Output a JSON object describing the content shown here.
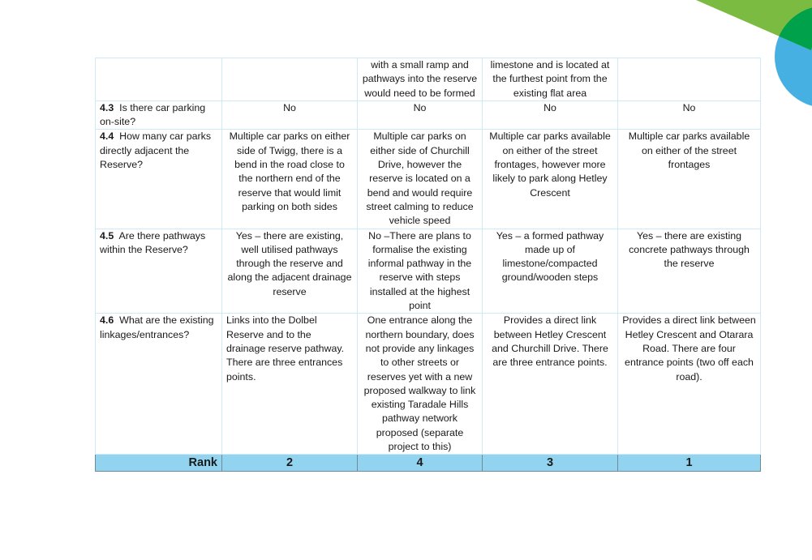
{
  "branding": {
    "colors": {
      "green_light": "#7bbb42",
      "green_dark": "#00a14b",
      "blue": "#47b0e2",
      "table_border": "#cfe9f7",
      "rank_fill": "#92d4ef"
    },
    "decoration": [
      "green-triangle",
      "blue-circle"
    ]
  },
  "table": {
    "rows": [
      {
        "number": "",
        "question": "",
        "cells": [
          "",
          "with a small ramp and pathways into the reserve would need to be formed",
          "limestone and is located at the furthest point from the existing flat area",
          ""
        ]
      },
      {
        "number": "4.3",
        "question": "Is there car parking on-site?",
        "cells": [
          "No",
          "No",
          "No",
          "No"
        ]
      },
      {
        "number": "4.4",
        "question": "How many car parks directly adjacent the Reserve?",
        "cells": [
          "Multiple car parks on either side of Twigg, there is a bend in the road close to the northern end of the reserve that would limit parking on both sides",
          "Multiple car parks on either side of Churchill Drive, however the reserve is located on a bend and would require street calming to reduce vehicle speed",
          "Multiple car parks available on either of the street frontages, however more likely to park along Hetley Crescent",
          "Multiple car parks available on either of the  street frontages"
        ]
      },
      {
        "number": "4.5",
        "question": "Are there pathways within the Reserve?",
        "cells": [
          "Yes – there are existing, well utilised pathways through the reserve and along the adjacent drainage reserve",
          "No –There are plans to formalise the existing informal pathway in the reserve with steps installed at the highest point",
          "Yes – a formed pathway made up of limestone/compacted ground/wooden steps",
          "Yes – there are existing concrete pathways through the reserve"
        ]
      },
      {
        "number": "4.6",
        "question": "What are the existing linkages/entrances?",
        "cells": [
          "Links into the Dolbel Reserve and to the drainage reserve pathway. There are three entrances points.",
          "One entrance along the northern boundary, does not provide any linkages to other streets or reserves yet with a new proposed walkway to link existing Taradale Hills pathway network proposed (separate project to this)",
          "Provides a direct link between Hetley Crescent and Churchill Drive.  There are three entrance points.",
          "Provides a direct link between Hetley Crescent and Otarara Road. There are four entrance points (two off each road)."
        ]
      }
    ],
    "rank": {
      "label": "Rank",
      "values": [
        "2",
        "4",
        "3",
        "1"
      ]
    }
  }
}
